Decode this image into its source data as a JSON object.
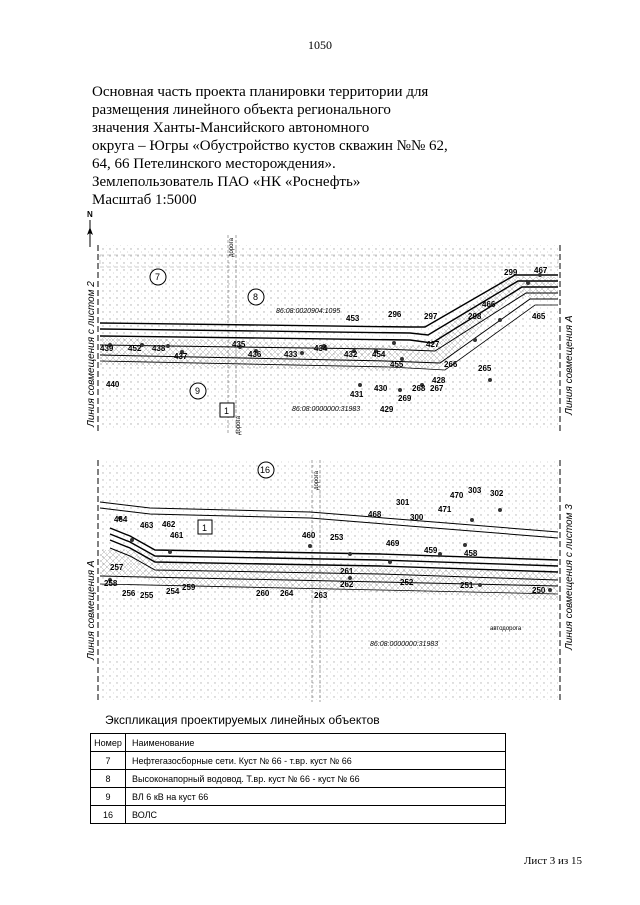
{
  "page_number": "1050",
  "title_lines": [
    "Основная часть проекта планировки территории для",
    "размещения линейного объекта регионального",
    "значения Ханты-Мансийского автономного",
    "округа – Югры «Обустройство кустов скважин №№ 62,",
    "64, 66 Петелинского месторождения».",
    "Землепользователь ПАО «НК «Роснефть»",
    "Масштаб 1:5000"
  ],
  "map1": {
    "north": "N",
    "match_left": "Линия совмещения с листом 2",
    "match_right": "Линия совмещения А",
    "parcel_top": "86:08:0020904:1095",
    "parcel_bottom": "86:08:0000000:31983",
    "objects": [
      "7",
      "8",
      "9",
      "1"
    ],
    "points": [
      "439",
      "452",
      "438",
      "437",
      "435",
      "436",
      "433",
      "434",
      "432",
      "454",
      "455",
      "453",
      "296",
      "297",
      "298",
      "466",
      "299",
      "467",
      "465",
      "427",
      "266",
      "265",
      "428",
      "267",
      "268",
      "269",
      "429",
      "430",
      "431",
      "440"
    ],
    "roads": [
      "дорога",
      "дорога"
    ]
  },
  "map2": {
    "match_left": "Линия совмещения А",
    "match_right": "Линия совмещения с листом 3",
    "parcel_bottom": "86:08:0000000:31983",
    "objects": [
      "16",
      "1"
    ],
    "points": [
      "464",
      "463",
      "462",
      "461",
      "460",
      "253",
      "469",
      "459",
      "458",
      "468",
      "301",
      "300",
      "471",
      "470",
      "303",
      "302",
      "257",
      "258",
      "256",
      "255",
      "254",
      "259",
      "260",
      "264",
      "263",
      "261",
      "262",
      "252",
      "251",
      "250"
    ],
    "roads": [
      "дорога",
      "автодорога"
    ]
  },
  "explication": {
    "title": "Экспликация проектируемых линейных объектов",
    "headers": [
      "Номер",
      "Наименование"
    ],
    "rows": [
      {
        "num": "7",
        "name": "Нефтегазосборные сети. Куст № 66 - т.вр. куст № 66"
      },
      {
        "num": "8",
        "name": "Высоконапорный водовод. Т.вр. куст № 66 - куст № 66"
      },
      {
        "num": "9",
        "name": "ВЛ 6 кВ на куст 66"
      },
      {
        "num": "16",
        "name": "ВОЛС"
      }
    ]
  },
  "sheet": "Лист 3 из 15"
}
